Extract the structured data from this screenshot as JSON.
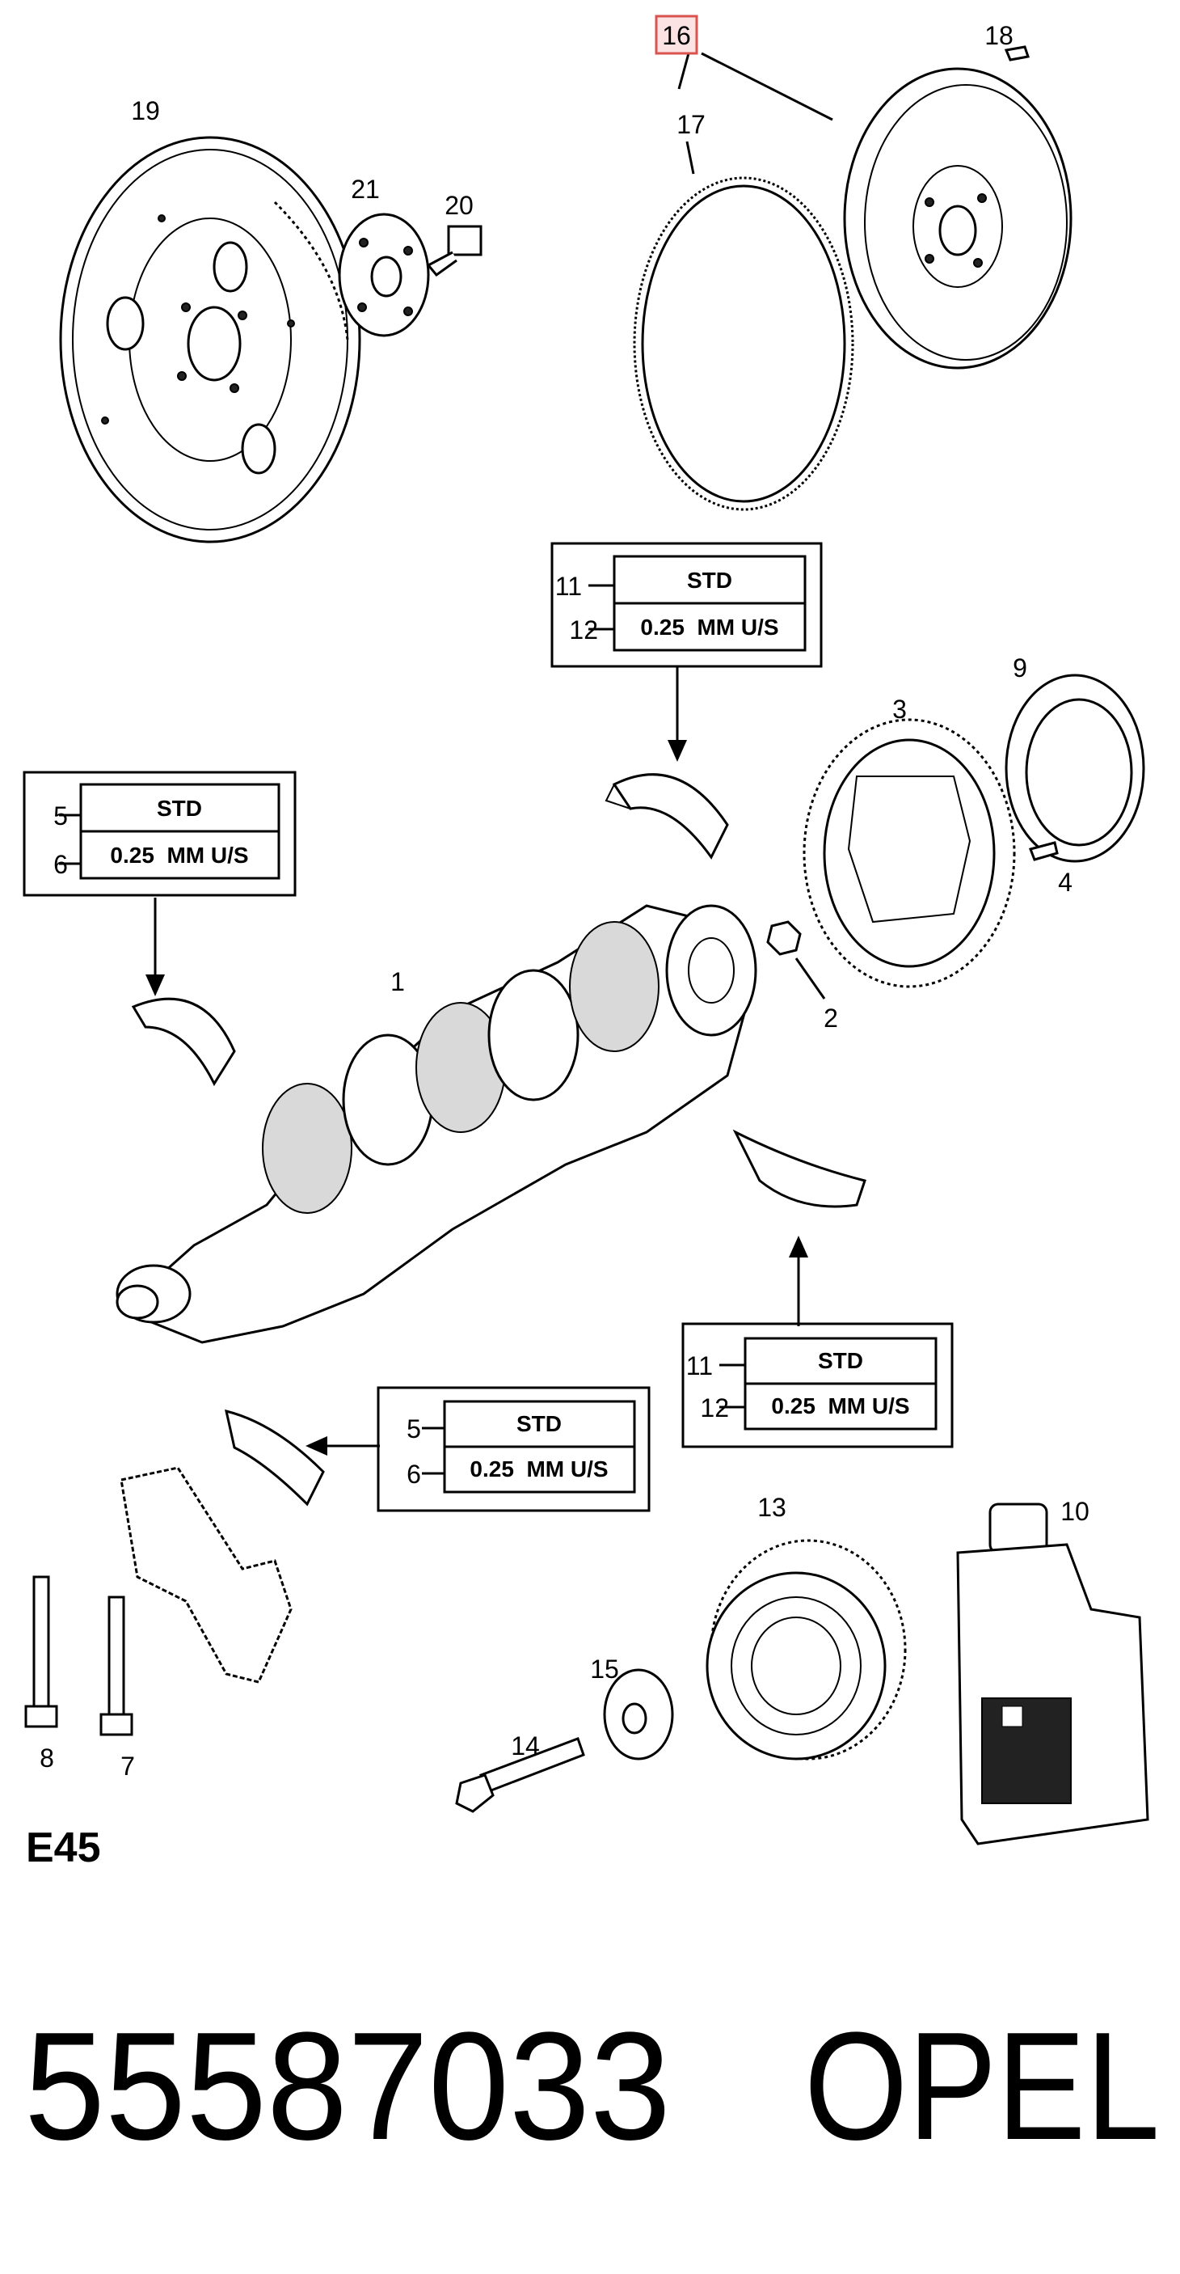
{
  "callouts": {
    "c1": "1",
    "c2": "2",
    "c3": "3",
    "c4": "4",
    "c5a": "5",
    "c5b": "5",
    "c6a": "6",
    "c6b": "6",
    "c7": "7",
    "c8": "8",
    "c9": "9",
    "c10": "10",
    "c11a": "11",
    "c11b": "11",
    "c12a": "12",
    "c12b": "12",
    "c13": "13",
    "c14": "14",
    "c15": "15",
    "c16": "16",
    "c17": "17",
    "c18": "18",
    "c19": "19",
    "c20": "20",
    "c21": "21"
  },
  "bearing_boxes": {
    "top_right": {
      "std": "STD",
      "undersize": "0.25  MM U/S"
    },
    "left": {
      "std": "STD",
      "undersize": "0.25  MM U/S"
    },
    "bottom_right": {
      "std": "STD",
      "undersize": "0.25  MM U/S"
    },
    "bottom_center": {
      "std": "STD",
      "undersize": "0.25  MM U/S"
    }
  },
  "section_code": "E45",
  "part_number": "55587033",
  "brand": "OPEL",
  "highlight_color": "#d9534f"
}
